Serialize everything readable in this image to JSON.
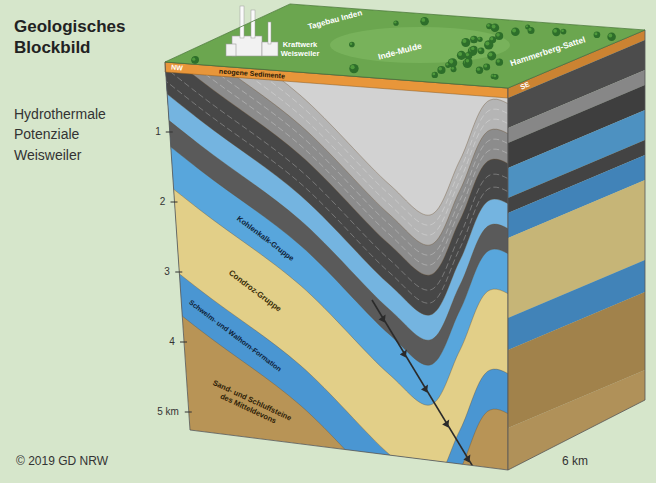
{
  "diagram": {
    "title": "Geologisches Blockbild",
    "caption": "Hydrothermale Potenziale Weisweiler",
    "labels": [
      "Tagebau Inden",
      "Kraftwerk Weisweiler",
      "Inde-Mulde",
      "Hammerberg-Sattel",
      "NW",
      "SE",
      "neogene Sedimente",
      "Kohlenkalk-Gruppe",
      "Condroz-Gruppe",
      "Schwelm- und Walhorn-Formation",
      "Sand- und Schluffsteine des Mitteldevons",
      "1",
      "2",
      "3",
      "4",
      "5 km",
      "© 2019 GD NRW",
      "6 km"
    ]
  }
}
